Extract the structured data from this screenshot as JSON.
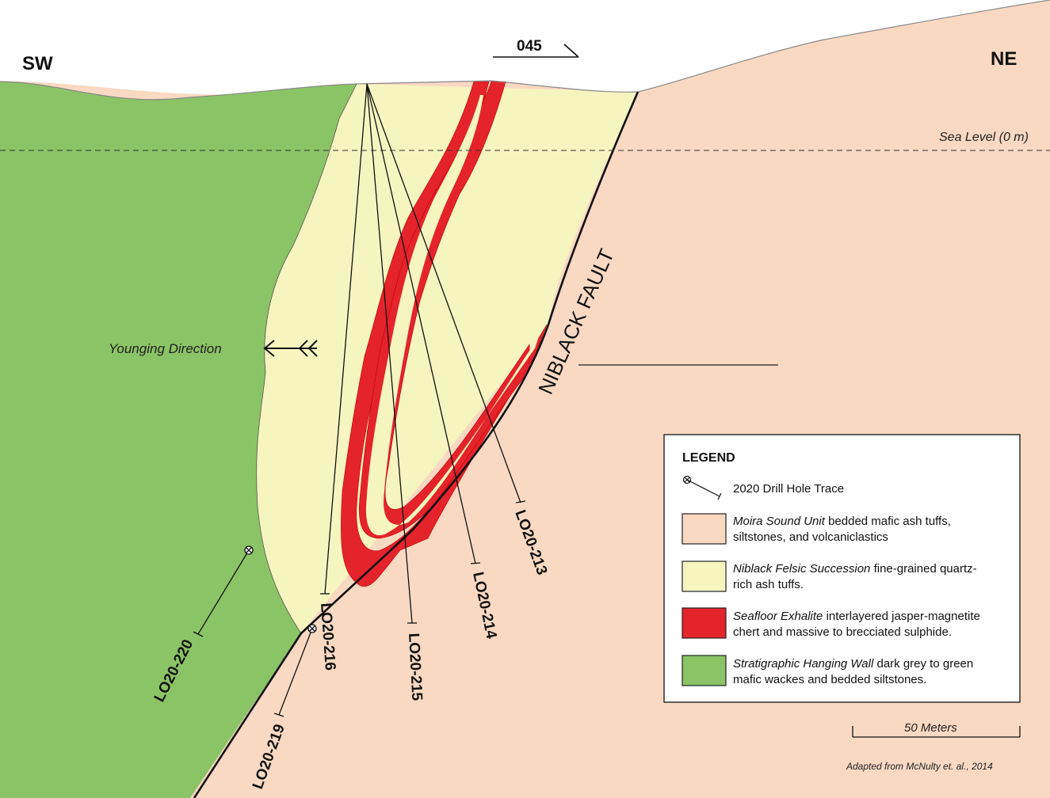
{
  "section": {
    "direction_left": "SW",
    "direction_right": "NE",
    "azimuth": "045",
    "sea_level": "Sea Level (0 m)",
    "fault_label": "NIBLACK FAULT",
    "younging_label": "Younging Direction",
    "drill_holes": [
      "LO20-213",
      "LO20-214",
      "LO20-215",
      "LO20-216",
      "LO20-219",
      "LO20-220"
    ]
  },
  "legend": {
    "title": "LEGEND",
    "drill_trace_label": "2020 Drill Hole Trace",
    "units": [
      {
        "name": "Moira Sound Unit",
        "desc1": "  bedded mafic ash tuffs,",
        "desc2": "siltstones, and volcaniclastics",
        "color": "#f9d9c2"
      },
      {
        "name": "Niblack Felsic Succession",
        "desc1": " fine-grained quartz-",
        "desc2": "rich ash tuffs.",
        "color": "#f7f5bf"
      },
      {
        "name": "Seafloor Exhalite",
        "desc1": " interlayered jasper-magnetite",
        "desc2": "chert and massive to brecciated sulphide.",
        "color": "#e5232b"
      },
      {
        "name": "Stratigraphic Hanging Wall",
        "desc1": " dark grey to green",
        "desc2": "mafic wackes and bedded siltstones.",
        "color": "#8bc466"
      }
    ]
  },
  "scale_bar_label": "50 Meters",
  "credit": "Adapted from McNulty et. al., 2014"
}
